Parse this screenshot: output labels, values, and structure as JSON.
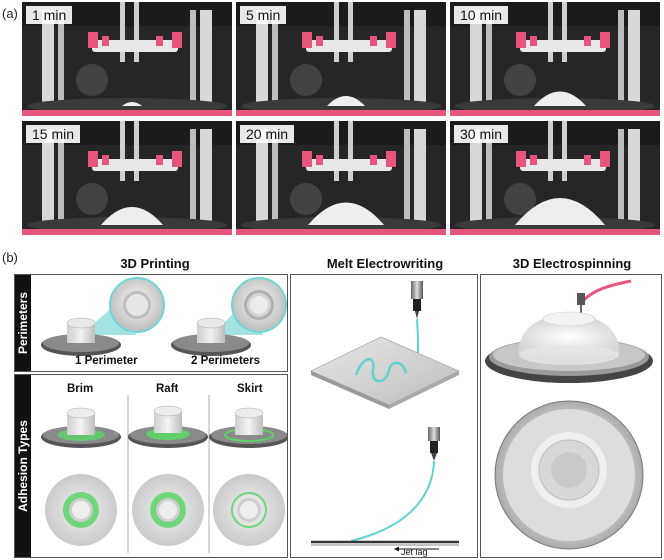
{
  "panel_a": {
    "letter": "(a)",
    "photos": [
      {
        "time": "1 min",
        "deposit": 0.0
      },
      {
        "time": "5 min",
        "deposit": 0.25
      },
      {
        "time": "10 min",
        "deposit": 0.45
      },
      {
        "time": "15 min",
        "deposit": 0.6
      },
      {
        "time": "20 min",
        "deposit": 0.8
      },
      {
        "time": "30 min",
        "deposit": 1.0
      }
    ]
  },
  "panel_b": {
    "letter": "(b)",
    "printing": {
      "title": "3D Printing",
      "perimeters_tab": "Perimeters",
      "perimeter_1": "1 Perimeter",
      "perimeter_2": "2 Perimeters",
      "adhesion_tab": "Adhesion Types",
      "brim": "Brim",
      "raft": "Raft",
      "skirt": "Skirt"
    },
    "mew": {
      "title": "Melt Electrowriting",
      "jet_lag": "Jet lag"
    },
    "spinning": {
      "title": "3D Electrospinning"
    }
  },
  "colors": {
    "accent_cyan": "#5fd3d0",
    "accent_green": "#5fd06a",
    "frame_pink": "#e8557a"
  }
}
